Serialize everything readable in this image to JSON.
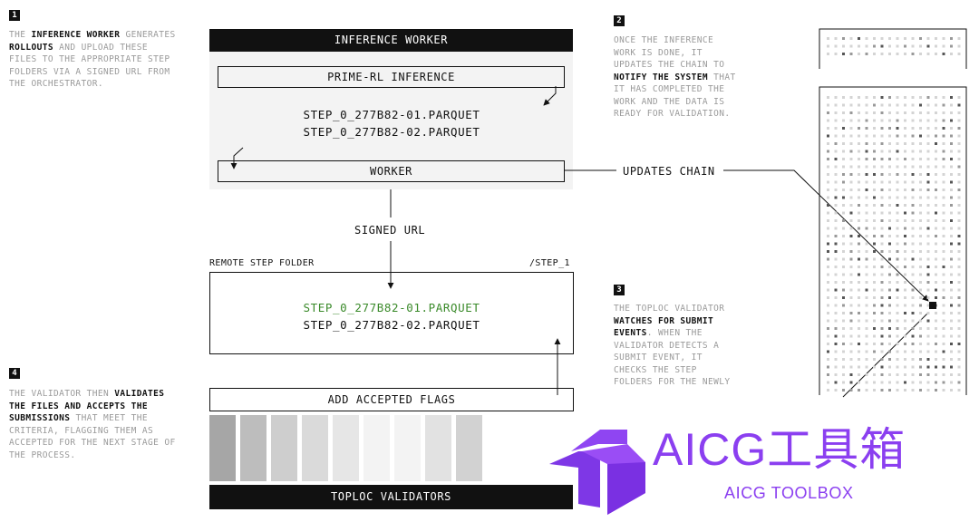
{
  "steps": {
    "s1": {
      "badge": "1",
      "lines": [
        [
          [
            "THE ",
            false
          ],
          [
            "INFERENCE WORKER",
            true
          ],
          [
            " GENERATES",
            false
          ]
        ],
        [
          [
            "ROLLOUTS",
            true
          ],
          [
            " AND UPLOAD THESE",
            false
          ]
        ],
        [
          [
            "FILES TO THE APPROPRIATE STEP",
            false
          ]
        ],
        [
          [
            "FOLDERS VIA A SIGNED URL FROM",
            false
          ]
        ],
        [
          [
            "THE ORCHESTRATOR.",
            false
          ]
        ]
      ]
    },
    "s2": {
      "badge": "2",
      "lines": [
        [
          [
            "ONCE THE INFERENCE",
            false
          ]
        ],
        [
          [
            "WORK IS DONE, IT",
            false
          ]
        ],
        [
          [
            "UPDATES THE CHAIN TO",
            false
          ]
        ],
        [
          [
            "NOTIFY THE SYSTEM",
            true
          ],
          [
            " THAT",
            false
          ]
        ],
        [
          [
            "IT HAS COMPLETED THE",
            false
          ]
        ],
        [
          [
            "WORK AND THE DATA IS",
            false
          ]
        ],
        [
          [
            "READY FOR VALIDATION.",
            false
          ]
        ]
      ]
    },
    "s3": {
      "badge": "3",
      "lines": [
        [
          [
            "THE TOPLOC VALIDATOR",
            false
          ]
        ],
        [
          [
            "WATCHES FOR SUBMIT",
            true
          ]
        ],
        [
          [
            "EVENTS",
            true
          ],
          [
            ". WHEN THE",
            false
          ]
        ],
        [
          [
            "VALIDATOR DETECTS A",
            false
          ]
        ],
        [
          [
            "SUBMIT EVENT, IT",
            false
          ]
        ],
        [
          [
            "CHECKS THE STEP",
            false
          ]
        ],
        [
          [
            "FOLDERS FOR THE NEWLY",
            false
          ]
        ]
      ]
    },
    "s4": {
      "badge": "4",
      "lines": [
        [
          [
            "THE VALIDATOR THEN ",
            false
          ],
          [
            "VALIDATES",
            true
          ]
        ],
        [
          [
            "THE FILES AND ACCEPTS THE",
            true
          ]
        ],
        [
          [
            "SUBMISSIONS",
            true
          ],
          [
            " THAT MEET THE",
            false
          ]
        ],
        [
          [
            "CRITERIA, FLAGGING THEM AS",
            false
          ]
        ],
        [
          [
            "ACCEPTED FOR THE NEXT STAGE OF",
            false
          ]
        ],
        [
          [
            "THE PROCESS.",
            false
          ]
        ]
      ]
    }
  },
  "inference": {
    "header": "INFERENCE WORKER",
    "engine": "PRIME-RL INFERENCE",
    "files": [
      "STEP_0_277B82-01.PARQUET",
      "STEP_0_277B82-02.PARQUET"
    ],
    "worker": "WORKER"
  },
  "signed_url": "SIGNED URL",
  "updates_chain": "UPDATES CHAIN",
  "remote": {
    "label": "REMOTE STEP FOLDER",
    "path": "/STEP_1",
    "files": [
      "STEP_0_277B82-01.PARQUET",
      "STEP_0_277B82-02.PARQUET"
    ],
    "accepted_color": "#3a8a2a"
  },
  "validators": {
    "flags_label": "ADD ACCEPTED FLAGS",
    "footer": "TOPLOC VALIDATORS",
    "block_shades": [
      "#a6a6a6",
      "#bdbdbd",
      "#cecece",
      "#dadada",
      "#e6e6e6",
      "#f3f3f3",
      "#f3f3f3",
      "#e2e2e2",
      "#d2d2d2"
    ]
  },
  "watermark": {
    "title": "AICG工具箱",
    "subtitle": "AICG TOOLBOX",
    "color": "#8b3ff0"
  }
}
